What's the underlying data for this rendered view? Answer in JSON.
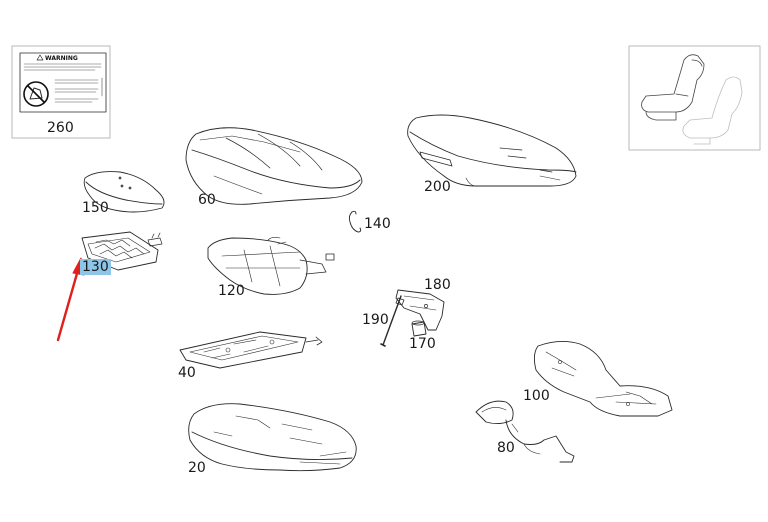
{
  "warning_label": {
    "title": "WARNING"
  },
  "parts": [
    {
      "id": "260",
      "label": "260",
      "highlighted": false
    },
    {
      "id": "150",
      "label": "150",
      "highlighted": false
    },
    {
      "id": "130",
      "label": "130",
      "highlighted": true
    },
    {
      "id": "60",
      "label": "60",
      "highlighted": false
    },
    {
      "id": "200",
      "label": "200",
      "highlighted": false
    },
    {
      "id": "140",
      "label": "140",
      "highlighted": false
    },
    {
      "id": "120",
      "label": "120",
      "highlighted": false
    },
    {
      "id": "180",
      "label": "180",
      "highlighted": false
    },
    {
      "id": "190",
      "label": "190",
      "highlighted": false
    },
    {
      "id": "170",
      "label": "170",
      "highlighted": false
    },
    {
      "id": "40",
      "label": "40",
      "highlighted": false
    },
    {
      "id": "100",
      "label": "100",
      "highlighted": false
    },
    {
      "id": "80",
      "label": "80",
      "highlighted": false
    },
    {
      "id": "20",
      "label": "20",
      "highlighted": false
    }
  ],
  "colors": {
    "highlight": "#8ec6e8",
    "pointer_arrow": "#e0201a",
    "line_art": "#2a2a2a",
    "frame": "#b8b8b8"
  },
  "icons": {
    "pointer": "red-pointer-arrow",
    "warning_symbol": "no-child-seat-icon"
  }
}
